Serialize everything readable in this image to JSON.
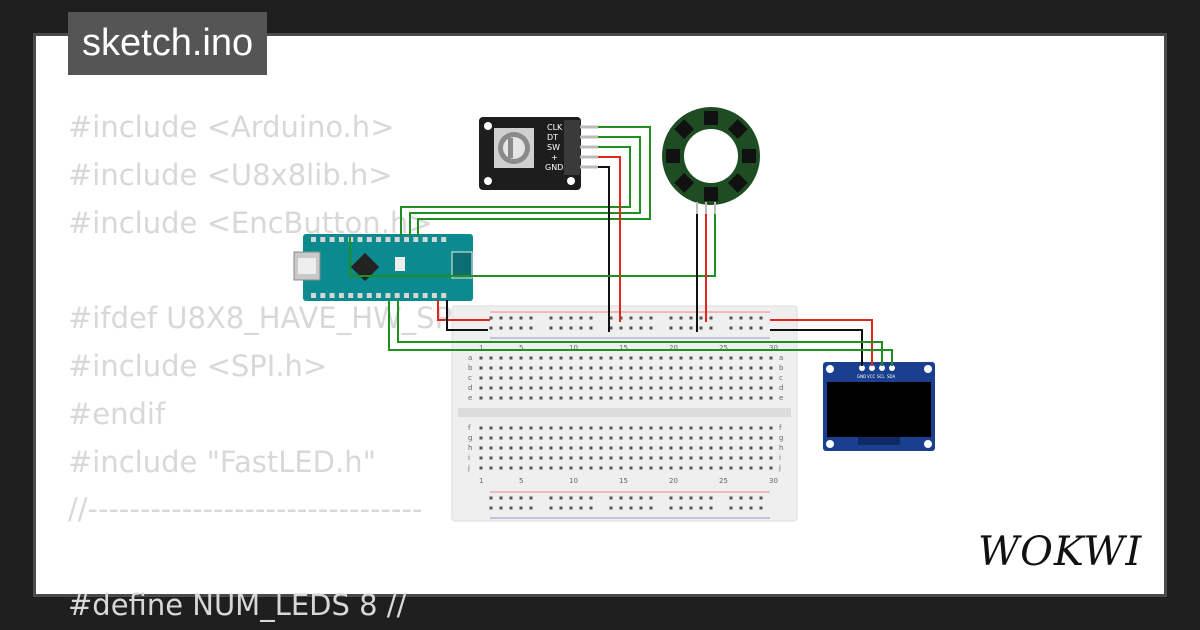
{
  "tab": {
    "filename": "sketch.ino"
  },
  "code_lines": [
    "#include <Arduino.h>",
    "#include <U8x8lib.h>",
    "#include <EncButton.h>",
    "",
    "#ifdef U8X8_HAVE_HW_SPI",
    "#include <SPI.h>",
    "#endif",
    "#include \"FastLED.h\"",
    "//--------------------------------",
    "",
    "#define NUM_LEDS 8 //"
  ],
  "encoder": {
    "pins": [
      "CLK",
      "DT",
      "SW",
      "+",
      "GND"
    ]
  },
  "oled": {
    "pins": [
      "GND",
      "VCC",
      "SCL",
      "SDA"
    ]
  },
  "breadboard": {
    "col_numbers": [
      "1",
      "5",
      "10",
      "15",
      "20",
      "25",
      "30"
    ],
    "rows_top": [
      "a",
      "b",
      "c",
      "d",
      "e"
    ],
    "rows_bottom": [
      "f",
      "g",
      "h",
      "i",
      "j"
    ]
  },
  "brand": {
    "logo_text": "WOKWI",
    "colors": {
      "wire_green": "#1f8f1f",
      "wire_red": "#e0261d",
      "wire_black": "#111111",
      "board_teal": "#0b8a8f",
      "oled_blue": "#1b3f8f"
    }
  }
}
